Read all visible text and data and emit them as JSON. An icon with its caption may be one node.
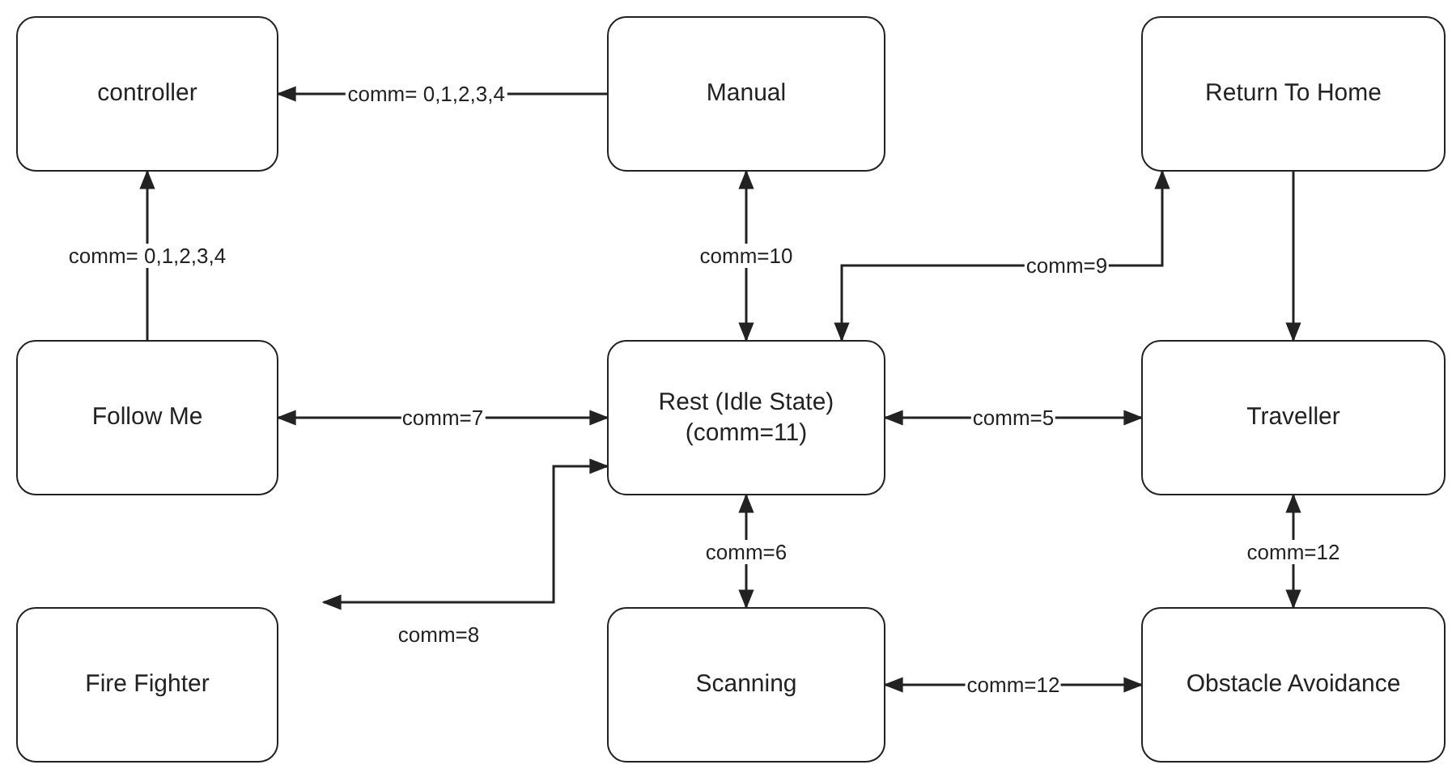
{
  "diagram": {
    "nodes": [
      {
        "text": [
          "controller"
        ]
      },
      {
        "text": [
          "Manual"
        ]
      },
      {
        "text": [
          "Return To Home"
        ]
      },
      {
        "text": [
          "Follow Me"
        ]
      },
      {
        "text": [
          "Rest (Idle State) (comm=11)"
        ]
      },
      {
        "text": [
          "Traveller"
        ]
      },
      {
        "text": [
          "Fire Fighter"
        ]
      },
      {
        "text": [
          "Scanning"
        ]
      },
      {
        "text": [
          "Obstacle Avoidance"
        ]
      }
    ],
    "edges": [
      {
        "from": 1,
        "to": 0,
        "arrow": "to",
        "label": "comm= 0,1,2,3,4"
      },
      {
        "from": 3,
        "to": 0,
        "arrow": "to",
        "label": "comm= 0,1,2,3,4"
      },
      {
        "from": 1,
        "to": 4,
        "arrow": "both",
        "label": "comm=10"
      },
      {
        "from": 4,
        "to": 2,
        "arrow": "both",
        "label": "comm=9"
      },
      {
        "from": 3,
        "to": 4,
        "arrow": "both",
        "label": "comm=7"
      },
      {
        "from": 4,
        "to": 5,
        "arrow": "both",
        "label": "comm=5"
      },
      {
        "from": 4,
        "to": 6,
        "arrow": "both",
        "label": "comm=8"
      },
      {
        "from": 4,
        "to": 7,
        "arrow": "both",
        "label": "comm=6"
      },
      {
        "from": 7,
        "to": 8,
        "arrow": "both",
        "label": "comm=12"
      },
      {
        "from": 2,
        "to": 5,
        "arrow": "to"
      },
      {
        "from": 5,
        "to": 8,
        "arrow": "both",
        "label": "comm=12"
      }
    ]
  }
}
